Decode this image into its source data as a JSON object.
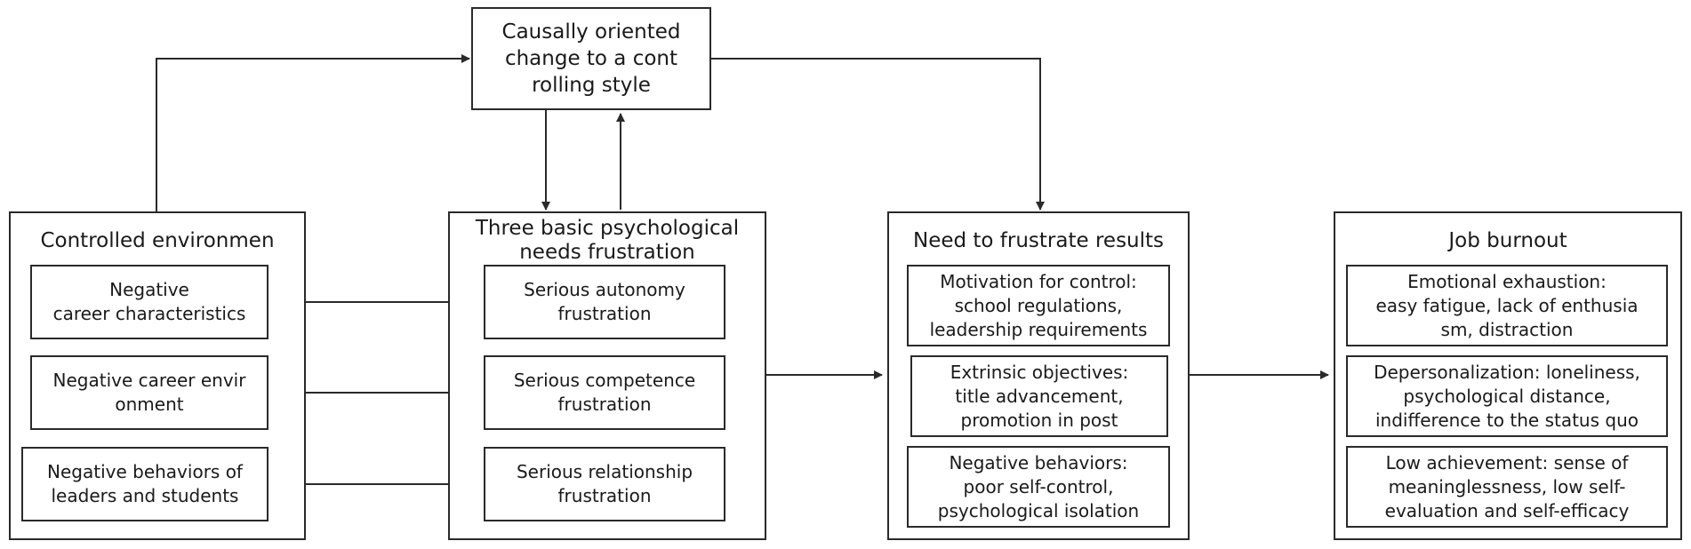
{
  "top_box": {
    "label": "Causally oriented\nchange to a cont\nrolling style"
  },
  "columns": [
    {
      "title": "Controlled environmen",
      "items": [
        "Negative\ncareer characteristics",
        "Negative career envir\nonment",
        "Negative behaviors of\nleaders and students"
      ]
    },
    {
      "title": "Three basic psychological\nneeds frustration",
      "items": [
        "Serious autonomy\nfrustration",
        "Serious competence\nfrustration",
        "Serious relationship\nfrustration"
      ]
    },
    {
      "title": "Need to frustrate results",
      "items": [
        "Motivation for control:\nschool regulations,\nleadership requirements",
        "Extrinsic objectives:\ntitle advancement,\npromotion in post",
        "Negative behaviors:\npoor self-control,\npsychological isolation"
      ]
    },
    {
      "title": "Job burnout",
      "items": [
        "Emotional exhaustion:\neasy fatigue, lack of enthusia\nsm, distraction",
        "Depersonalization: loneliness,\npsychological distance,\nindifference to the status quo",
        "Low achievement: sense of\nmeaninglessness, low self-\nevaluation and self-efficacy"
      ]
    }
  ]
}
